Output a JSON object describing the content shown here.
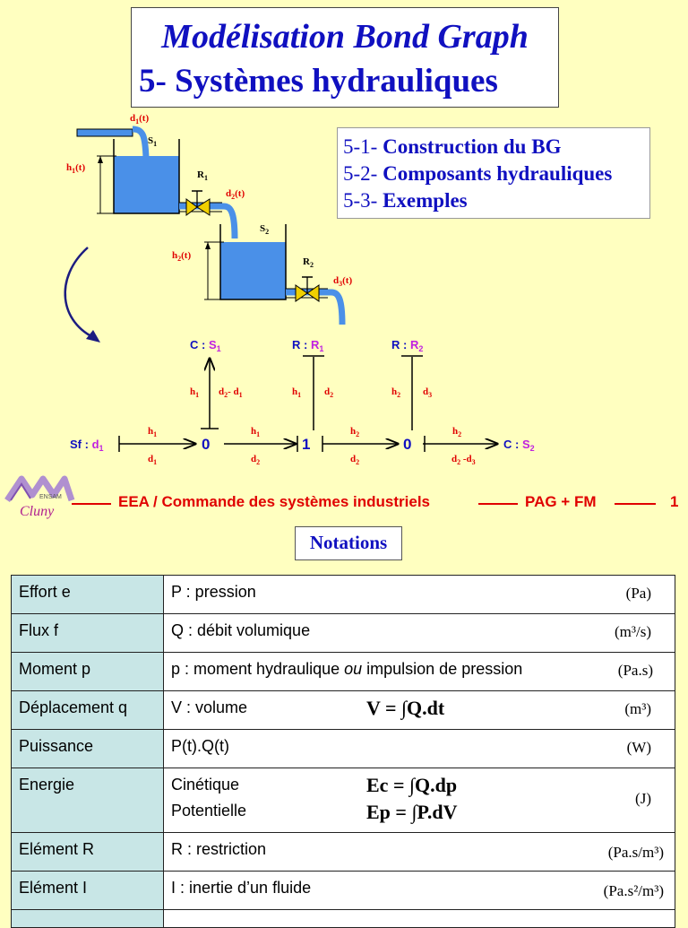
{
  "header": {
    "title_line1": "Modélisation Bond Graph",
    "title_line2": "5- Systèmes hydrauliques"
  },
  "toc": [
    {
      "num": "5-1- ",
      "label": "Construction du BG"
    },
    {
      "num": "5-2- ",
      "label": "Composants hydrauliques"
    },
    {
      "num": "5-3- ",
      "label": "Exemples"
    }
  ],
  "diagram": {
    "d1": "d",
    "d1_sub": "1",
    "t": "(t)",
    "s1": "S",
    "s1_sub": "1",
    "s2": "S",
    "s2_sub": "2",
    "r1": "R",
    "r1_sub": "1",
    "r2": "R",
    "r2_sub": "2",
    "h1": "h",
    "h1_sub": "1",
    "h2": "h",
    "h2_sub": "2",
    "d2": "d",
    "d2_sub": "2",
    "d3": "d",
    "d3_sub": "3",
    "bg_cs1": "C : ",
    "bg_rr1": "R : ",
    "bg_rr2": "R : ",
    "bg_sf": "Sf : ",
    "bg_cs2": "C : ",
    "s_label": "S",
    "r_label": "R",
    "d_label": "d",
    "j0a": "0",
    "j1": "1",
    "j0b": "0"
  },
  "footer": {
    "logo_small": "ENSAM",
    "logo_text": "Cluny",
    "center": "EEA / Commande des systèmes industriels",
    "authors": "PAG + FM",
    "page": "1"
  },
  "notations_title": "Notations",
  "table": {
    "rows": [
      {
        "name": "Effort e",
        "desc": "P : pression",
        "unit": "(Pa)"
      },
      {
        "name": "Flux f",
        "desc": "Q : débit volumique",
        "unit": "(m³/s)"
      },
      {
        "name": "Moment p",
        "desc_pre": "p : moment hydraulique ",
        "desc_ou": "ou",
        "desc_post": " impulsion de pression",
        "unit": "(Pa.s)"
      },
      {
        "name": "Déplacement q",
        "desc": "V : volume",
        "formula": "V = ∫Q.dt",
        "unit": "(m³)"
      },
      {
        "name": "Puissance",
        "desc": "P(t).Q(t)",
        "unit": "(W)"
      },
      {
        "name": "Energie",
        "desc": "Cinétique",
        "desc2": "Potentielle",
        "formula_ec": "Ec = ∫Q.dp",
        "formula_ep": "Ep = ∫P.dV",
        "unit": "(J)"
      },
      {
        "name": "Elément R",
        "desc": "R : restriction",
        "unit": "(Pa.s/m³)"
      },
      {
        "name": "Elément I",
        "desc": "I : inertie d’un fluide",
        "unit": "(Pa.s²/m³)"
      }
    ]
  },
  "colors": {
    "background": "#ffffc0",
    "title_blue": "#1010c0",
    "red": "#e00000",
    "magenta": "#c020e0",
    "water": "#4a90e8",
    "table_label": "#c8e6e6"
  }
}
